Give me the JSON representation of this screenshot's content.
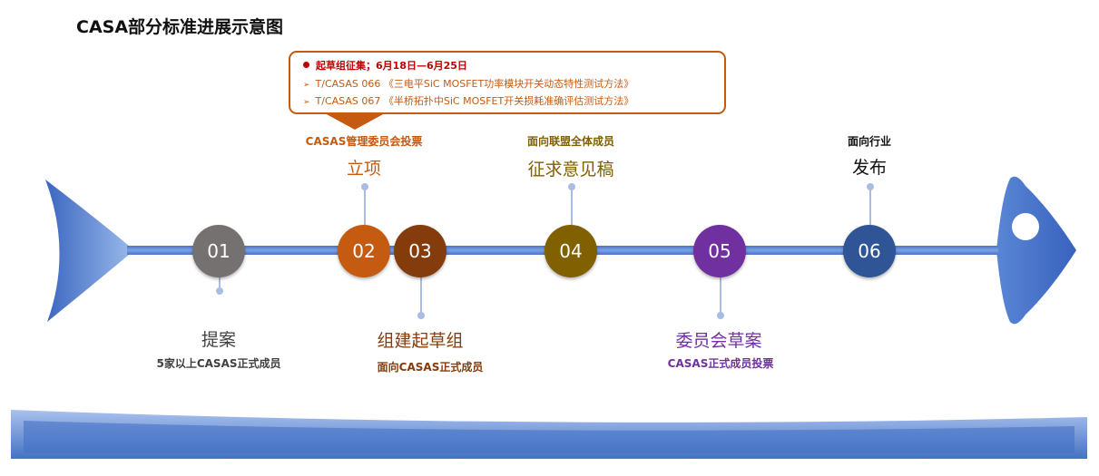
{
  "title": "CASA部分标准进展示意图",
  "callout": {
    "line1": "起草组征集；6月18日—6月25日",
    "line2": "T/CASAS 066 《三电平SiC MOSFET功率模块开关动态特性测试方法》",
    "line3": "T/CASAS 067 《半桥拓扑中SiC MOSFET开关损耗准确评估测试方法》"
  },
  "steps": [
    {
      "num": "01",
      "title": "提案",
      "desc": "5家以上CASAS正式成员",
      "color": "#767171"
    },
    {
      "num": "02",
      "title": "立项",
      "desc": "CASAS管理委员会投票",
      "color": "#c55a11"
    },
    {
      "num": "03",
      "title": "组建起草组",
      "desc": "面向CASAS正式成员",
      "color": "#843c0c"
    },
    {
      "num": "04",
      "title": "征求意见稿",
      "desc": "面向联盟全体成员",
      "color": "#806000"
    },
    {
      "num": "05",
      "title": "委员会草案",
      "desc": "CASAS正式成员投票",
      "color": "#7030a0"
    },
    {
      "num": "06",
      "title": "发布",
      "desc": "面向行业",
      "color": "#2f5597"
    }
  ],
  "colors": {
    "fish": "#4472c4",
    "spine": "#5b84d6",
    "callout_border": "#c55a11"
  }
}
